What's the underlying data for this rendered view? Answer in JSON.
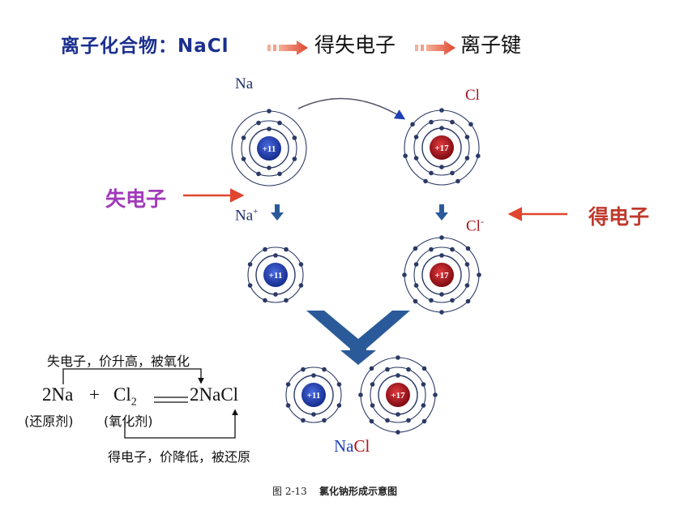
{
  "header": {
    "compound_label": "离子化合物：NaCl",
    "step1": "得失电子",
    "step2": "离子键"
  },
  "side_labels": {
    "lose_electrons": "失电子",
    "gain_electrons": "得电子"
  },
  "atoms": {
    "na_label": "Na",
    "cl_label": "Cl",
    "na_ion_label": "Na",
    "na_ion_charge": "+",
    "cl_ion_label": "Cl",
    "cl_ion_charge": "-",
    "na_nucleus": "+11",
    "cl_nucleus": "+17",
    "nacl_na": "Na",
    "nacl_cl": "Cl"
  },
  "equation": {
    "top_note": "失电子，价升高，被氧化",
    "reactant1": "2Na",
    "plus": "+",
    "reactant2": "Cl",
    "reactant2_sub": "2",
    "product": "2NaCl",
    "role1": "(还原剂)",
    "role2": "(氧化剂)",
    "bottom_note": "得电子，价降低，被还原"
  },
  "caption": {
    "figure_no": "图 2-13",
    "text": "氯化钠形成示意图"
  },
  "colors": {
    "title_blue": "#1b2f8f",
    "lose_purple": "#a03ab8",
    "gain_red": "#c0392b",
    "arrow_red": "#e0452f",
    "na_nucleus": "#1f3fb8",
    "cl_nucleus": "#b3121c",
    "shell": "#2b3a66",
    "big_arrow": "#2a5a9a"
  }
}
